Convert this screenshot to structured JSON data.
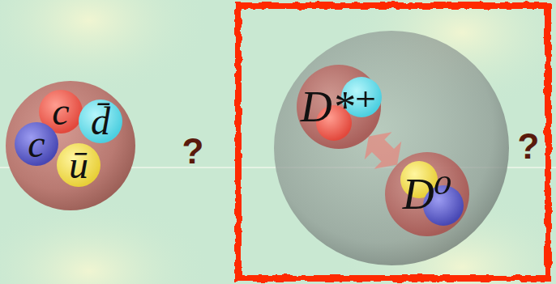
{
  "diagram": {
    "nodes": [
      {
        "text": [
          "c"
        ]
      },
      {
        "text": [
          "d̄"
        ]
      },
      {
        "text": [
          "c"
        ]
      },
      {
        "text": [
          "ū"
        ]
      },
      {
        "text": [
          "D*⁺"
        ]
      },
      {
        "text": [
          "D⁰"
        ]
      }
    ],
    "edges": [
      {
        "from": 4,
        "to": 5,
        "arrow": "both"
      }
    ],
    "labels": [
      "?",
      "?"
    ]
  }
}
